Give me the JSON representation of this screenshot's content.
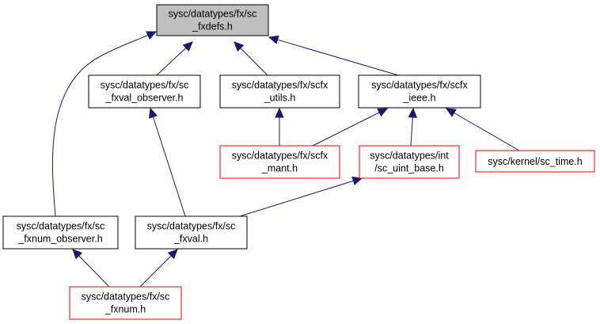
{
  "colors": {
    "edge": "#191970",
    "node_border_default": "#000000",
    "node_border_link": "#ff0000",
    "node_fill_default": "#ffffff",
    "node_fill_focus": "#bfbfbf"
  },
  "nodes": [
    {
      "id": "sc_fxdefs",
      "lines": [
        "sysc/datatypes/fx/sc",
        "_fxdefs.h"
      ],
      "style": "focus"
    },
    {
      "id": "sc_fxval_observer",
      "lines": [
        "sysc/datatypes/fx/sc",
        "_fxval_observer.h"
      ],
      "style": "default"
    },
    {
      "id": "scfx_utils",
      "lines": [
        "sysc/datatypes/fx/scfx",
        "_utils.h"
      ],
      "style": "default"
    },
    {
      "id": "scfx_ieee",
      "lines": [
        "sysc/datatypes/fx/scfx",
        "_ieee.h"
      ],
      "style": "default"
    },
    {
      "id": "scfx_mant",
      "lines": [
        "sysc/datatypes/fx/scfx",
        "_mant.h"
      ],
      "style": "link"
    },
    {
      "id": "sc_uint_base",
      "lines": [
        "sysc/datatypes/int",
        "/sc_uint_base.h"
      ],
      "style": "link"
    },
    {
      "id": "sc_time",
      "lines": [
        "sysc/kernel/sc_time.h"
      ],
      "style": "link"
    },
    {
      "id": "sc_fxnum_observer",
      "lines": [
        "sysc/datatypes/fx/sc",
        "_fxnum_observer.h"
      ],
      "style": "default"
    },
    {
      "id": "sc_fxval",
      "lines": [
        "sysc/datatypes/fx/sc",
        "_fxval.h"
      ],
      "style": "default"
    },
    {
      "id": "sc_fxnum",
      "lines": [
        "sysc/datatypes/fx/sc",
        "_fxnum.h"
      ],
      "style": "link"
    }
  ],
  "edges": [
    {
      "from": "sc_fxval_observer",
      "to": "sc_fxdefs"
    },
    {
      "from": "scfx_utils",
      "to": "sc_fxdefs"
    },
    {
      "from": "scfx_ieee",
      "to": "sc_fxdefs"
    },
    {
      "from": "sc_fxnum_observer",
      "to": "sc_fxdefs"
    },
    {
      "from": "scfx_mant",
      "to": "scfx_utils"
    },
    {
      "from": "scfx_mant",
      "to": "scfx_ieee"
    },
    {
      "from": "sc_uint_base",
      "to": "scfx_ieee"
    },
    {
      "from": "sc_time",
      "to": "scfx_ieee"
    },
    {
      "from": "sc_fxval",
      "to": "sc_fxval_observer"
    },
    {
      "from": "sc_fxval",
      "to": "sc_uint_base"
    },
    {
      "from": "sc_fxnum",
      "to": "sc_fxnum_observer"
    },
    {
      "from": "sc_fxnum",
      "to": "sc_fxval"
    }
  ]
}
